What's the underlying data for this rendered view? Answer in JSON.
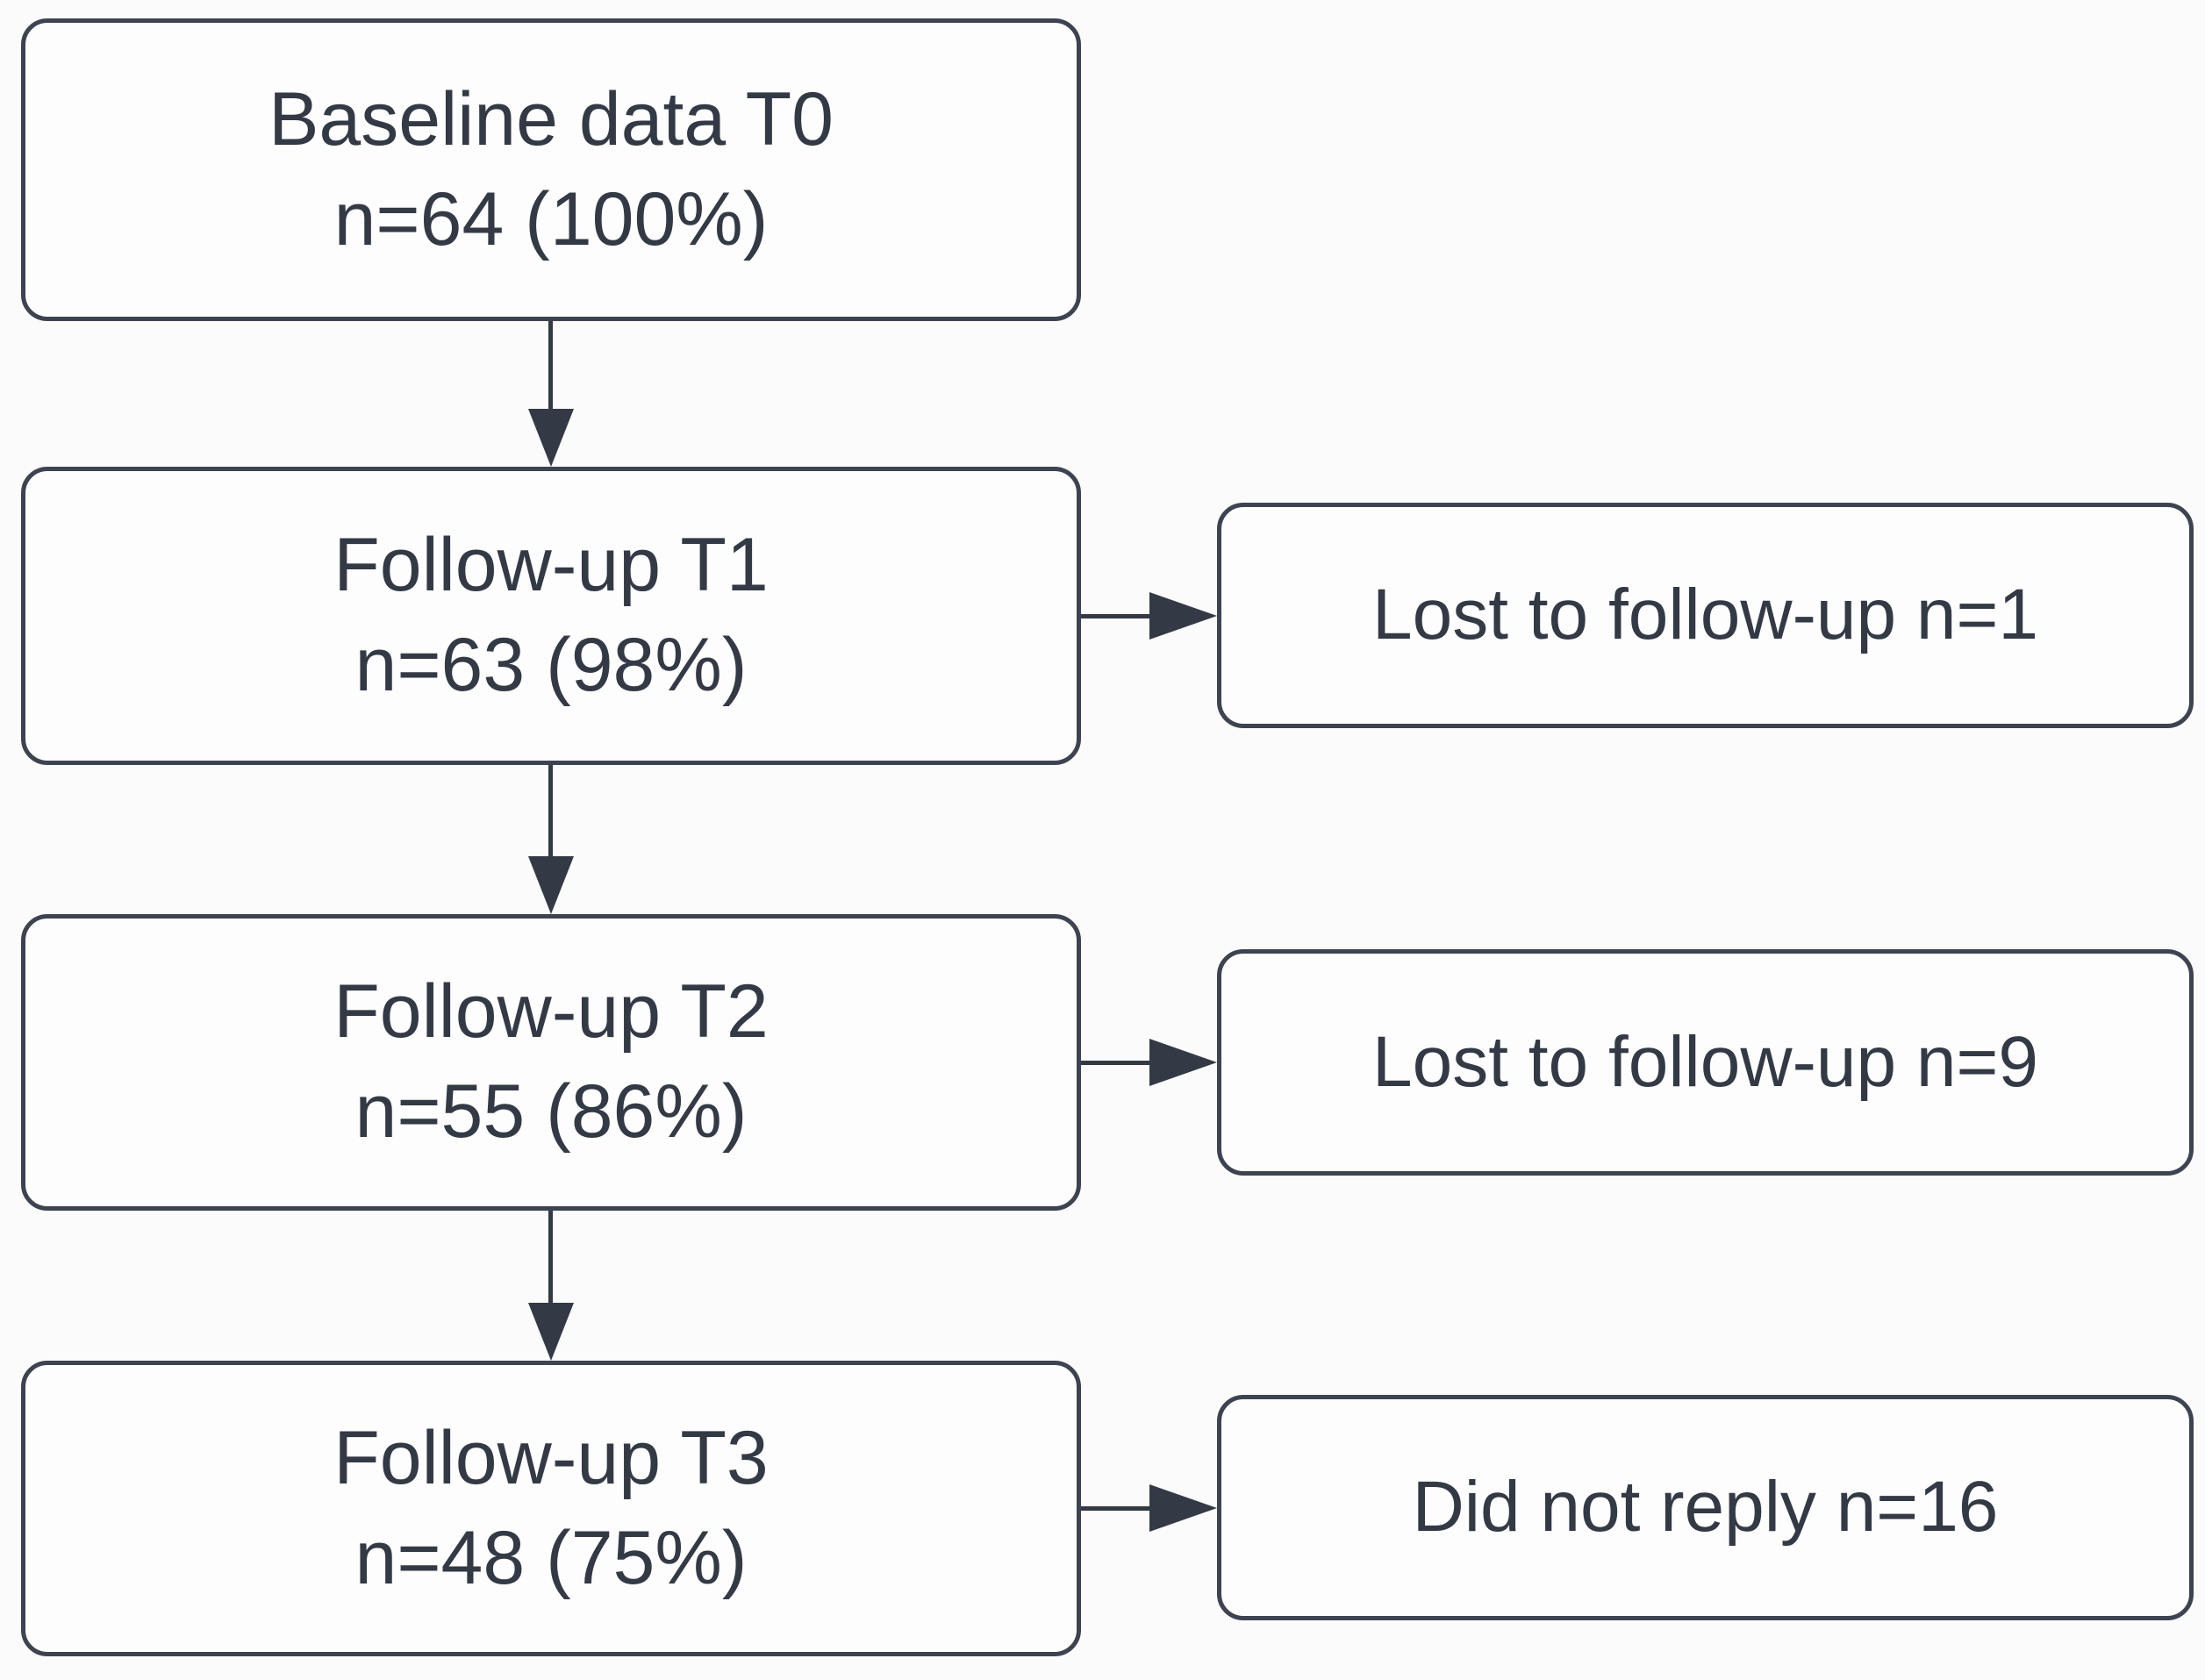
{
  "flowchart": {
    "main_boxes": [
      {
        "title": "Baseline data T0",
        "count": "n=64 (100%)"
      },
      {
        "title": "Follow-up T1",
        "count": "n=63 (98%)"
      },
      {
        "title": "Follow-up T2",
        "count": "n=55 (86%)"
      },
      {
        "title": "Follow-up T3",
        "count": "n=48 (75%)"
      }
    ],
    "side_boxes": [
      {
        "label": "Lost to follow-up n=1"
      },
      {
        "label": "Lost to follow-up n=9"
      },
      {
        "label": "Did not reply n=16"
      }
    ],
    "colors": {
      "background": "#fbfbfb",
      "box_fill": "#fdfdfd",
      "border": "#3d4350",
      "text": "#333a45",
      "arrow": "#333a45"
    }
  }
}
